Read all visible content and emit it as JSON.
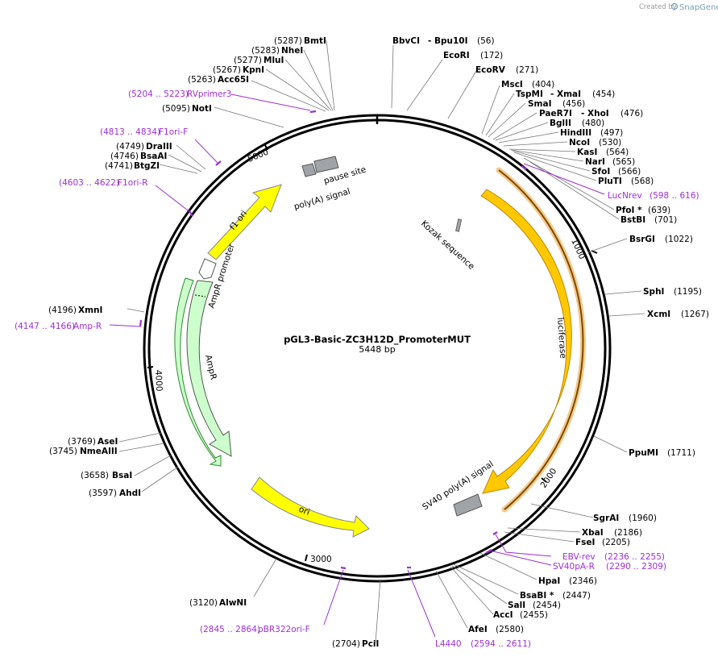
{
  "brand": {
    "created_by": "Created by",
    "name": "SnapGene"
  },
  "plasmid": {
    "name": "pGL3-Basic-ZC3H12D_PromoterMUT",
    "size": "5448 bp"
  },
  "ticks": [
    "1000",
    "2000",
    "3000",
    "4000",
    "5000"
  ],
  "features": {
    "f1ori": "f1 ori",
    "ampr_promoter": "AmpR promoter",
    "ampr": "AmpR",
    "ori": "ori",
    "luciferase": "luciferase",
    "sv40": "SV40 poly(A) signal",
    "kozak": "Kozak sequence",
    "pause_site": "pause site",
    "polya_signal": "poly(A) signal"
  },
  "sites": {
    "bbvci": {
      "name": "BbvCI",
      "pos": ""
    },
    "bpu10i": {
      "name": "Bpu10I",
      "pos": "(56)"
    },
    "ecori": {
      "name": "EcoRI",
      "pos": "(172)"
    },
    "ecorv": {
      "name": "EcoRV",
      "pos": "(271)"
    },
    "msci": {
      "name": "MscI",
      "pos": "(404)"
    },
    "tspmi": {
      "name": "TspMI",
      "pos": ""
    },
    "xmai": {
      "name": "XmaI",
      "pos": "(454)"
    },
    "smai": {
      "name": "SmaI",
      "pos": "(456)"
    },
    "paer7i": {
      "name": "PaeR7I",
      "pos": ""
    },
    "xhoi": {
      "name": "XhoI",
      "pos": "(476)"
    },
    "bglii": {
      "name": "BglII",
      "pos": "(480)"
    },
    "hindiii": {
      "name": "HindIII",
      "pos": "(497)"
    },
    "ncoi": {
      "name": "NcoI",
      "pos": "(530)"
    },
    "kasi": {
      "name": "KasI",
      "pos": "(564)"
    },
    "nari": {
      "name": "NarI",
      "pos": "(565)"
    },
    "sfoi": {
      "name": "SfoI",
      "pos": "(566)"
    },
    "pluti": {
      "name": "PluTI",
      "pos": "(568)"
    },
    "pfoi": {
      "name": "PfoI *",
      "pos": "(639)"
    },
    "bstbi": {
      "name": "BstBI",
      "pos": "(701)"
    },
    "bsrgi": {
      "name": "BsrGI",
      "pos": "(1022)"
    },
    "sphi": {
      "name": "SphI",
      "pos": "(1195)"
    },
    "xcmi": {
      "name": "XcmI",
      "pos": "(1267)"
    },
    "ppumi": {
      "name": "PpuMI",
      "pos": "(1711)"
    },
    "sgrai": {
      "name": "SgrAI",
      "pos": "(1960)"
    },
    "xbai": {
      "name": "XbaI",
      "pos": "(2186)"
    },
    "fsei": {
      "name": "FseI",
      "pos": "(2205)"
    },
    "hpai": {
      "name": "HpaI",
      "pos": "(2346)"
    },
    "bsabi": {
      "name": "BsaBI *",
      "pos": "(2447)"
    },
    "sali": {
      "name": "SalI",
      "pos": "(2454)"
    },
    "acci": {
      "name": "AccI",
      "pos": "(2455)"
    },
    "afei": {
      "name": "AfeI",
      "pos": "(2580)"
    },
    "pcii": {
      "name": "PciI",
      "pos": "(2704)"
    },
    "alwni": {
      "name": "AlwNI",
      "pos": "(3120)"
    },
    "ahdi": {
      "name": "AhdI",
      "pos": "(3597)"
    },
    "bsai": {
      "name": "BsaI",
      "pos": "(3658)"
    },
    "nmeaiii": {
      "name": "NmeAIII",
      "pos": "(3745)"
    },
    "asei": {
      "name": "AseI",
      "pos": "(3769)"
    },
    "xmni": {
      "name": "XmnI",
      "pos": "(4196)"
    },
    "btgzi": {
      "name": "BtgZI",
      "pos": "(4741)"
    },
    "bsaai": {
      "name": "BsaAI",
      "pos": "(4746)"
    },
    "draiii": {
      "name": "DraIII",
      "pos": "(4749)"
    },
    "noti": {
      "name": "NotI",
      "pos": "(5095)"
    },
    "acc65i": {
      "name": "Acc65I",
      "pos": "(5263)"
    },
    "kpni": {
      "name": "KpnI",
      "pos": "(5267)"
    },
    "mlui": {
      "name": "MluI",
      "pos": "(5277)"
    },
    "nhei": {
      "name": "NheI",
      "pos": "(5283)"
    },
    "bmti": {
      "name": "BmtI",
      "pos": "(5287)"
    }
  },
  "primers": {
    "lucnrev": {
      "name": "LucNrev",
      "range": "(598 .. 616)"
    },
    "ebvrev": {
      "name": "EBV-rev",
      "range": "(2236 .. 2255)"
    },
    "sv40par": {
      "name": "SV40pA-R",
      "range": "(2290 .. 2309)"
    },
    "l4440": {
      "name": "L4440",
      "range": "(2594 .. 2611)"
    },
    "pbr322": {
      "name": "pBR322ori-F",
      "range": "(2845 .. 2864)"
    },
    "ampr": {
      "name": "Amp-R",
      "range": "(4147 .. 4166)"
    },
    "f1orir": {
      "name": "F1ori-R",
      "range": "(4603 .. 4622)"
    },
    "f1orif": {
      "name": "F1ori-F",
      "range": "(4813 .. 4834)"
    },
    "rvprimer3": {
      "name": "RVprimer3",
      "range": "(5204 .. 5223)"
    }
  },
  "colors": {
    "luciferase": "#ffc800",
    "ori": "#ffff00",
    "ampr": "#ccffcc",
    "primer": "#9c2fd6",
    "signal": "#999999"
  }
}
